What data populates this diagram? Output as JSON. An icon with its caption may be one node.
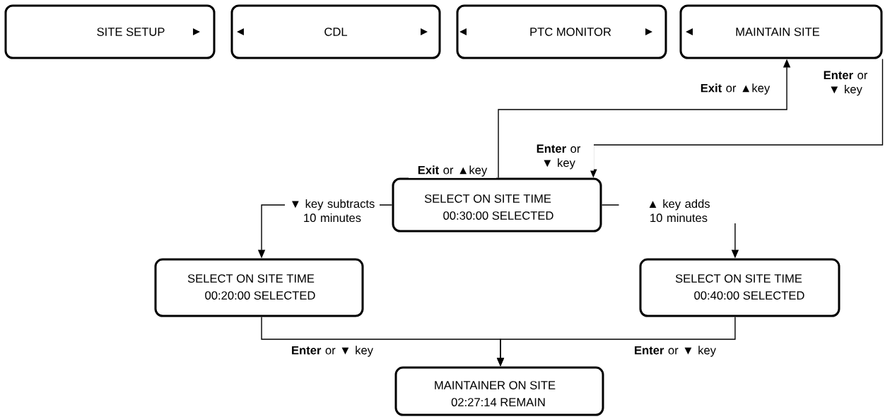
{
  "diagram": {
    "nodes": [
      {
        "text": [
          "SITE SETUP",
          "►"
        ]
      },
      {
        "text": [
          "◄",
          "CDL",
          "►"
        ]
      },
      {
        "text": [
          "◄",
          "PTC MONITOR",
          "►"
        ]
      },
      {
        "text": [
          "◄",
          "MAINTAIN SITE"
        ]
      },
      {
        "text": [
          "SELECT ON SITE TIME",
          "00:30:00 SELECTED"
        ]
      },
      {
        "text": [
          "SELECT ON SITE TIME",
          "00:20:00 SELECTED"
        ]
      },
      {
        "text": [
          "SELECT ON SITE TIME",
          "00:40:00 SELECTED"
        ]
      },
      {
        "text": [
          "MAINTAINER ON SITE",
          "02:27:14 REMAIN"
        ]
      }
    ],
    "edges": [
      {
        "from": 4,
        "to": 3,
        "arrow": "to",
        "label": "**Exit** or ▲key"
      },
      {
        "from": 3,
        "to": 4,
        "arrow": "to",
        "label": "**Enter** or ▼ key"
      },
      {
        "from": 4,
        "to": 5,
        "arrow": "to",
        "label": "▼ key subtracts 10 minutes"
      },
      {
        "from": 4,
        "to": 6,
        "arrow": "to",
        "label": "▲ key adds 10 minutes"
      },
      {
        "from": 5,
        "to": 7,
        "arrow": "to",
        "label": "**Enter** or ▼ key"
      },
      {
        "from": 6,
        "to": 7,
        "arrow": "to",
        "label": "**Enter** or ▼ key"
      }
    ],
    "labels": [
      "**Exit** or ▲key",
      "**Enter** or ▼ key"
    ]
  }
}
